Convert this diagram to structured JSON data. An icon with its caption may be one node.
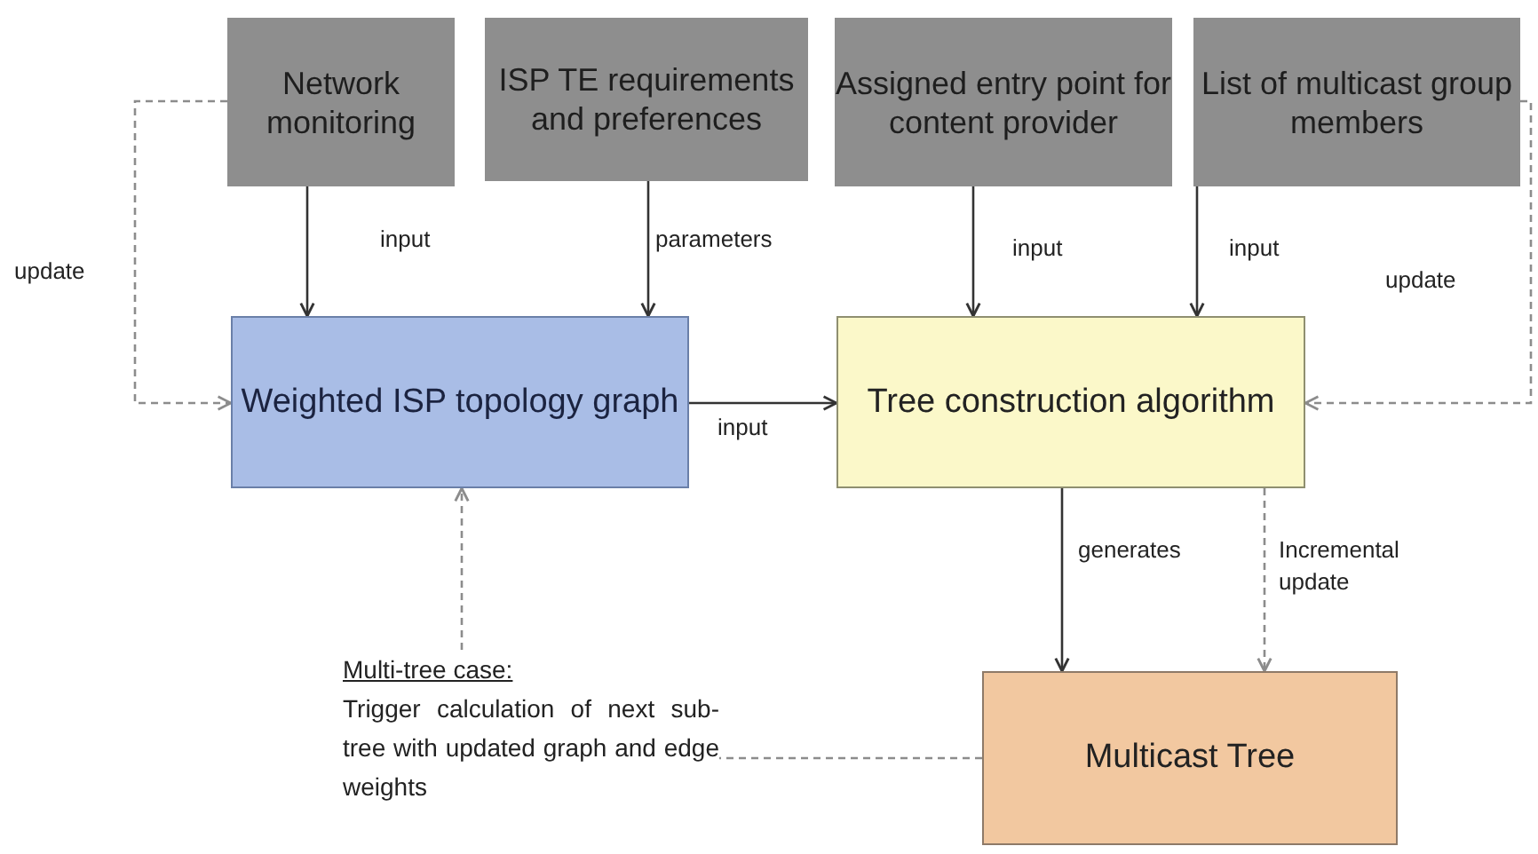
{
  "diagram": {
    "nodes": [
      {
        "text": [
          "Network monitoring"
        ]
      },
      {
        "text": [
          "ISP TE requirements and preferences"
        ]
      },
      {
        "text": [
          "Assigned entry point for content provider"
        ]
      },
      {
        "text": [
          "List of multicast group members"
        ]
      },
      {
        "text": [
          "Weighted ISP topology graph"
        ]
      },
      {
        "text": [
          "Tree construction algorithm"
        ]
      },
      {
        "text": [
          "Multicast Tree"
        ]
      },
      {
        "text": [
          "Multi-tree case:",
          "Trigger calculation of next sub-tree with updated graph and edge weights"
        ]
      }
    ],
    "edges": [
      {
        "from": 0,
        "to": 4,
        "arrow": "to",
        "label": "input"
      },
      {
        "from": 1,
        "to": 4,
        "arrow": "to",
        "label": "parameters"
      },
      {
        "from": 2,
        "to": 5,
        "arrow": "to",
        "label": "input"
      },
      {
        "from": 3,
        "to": 5,
        "arrow": "to",
        "label": "input"
      },
      {
        "from": 4,
        "to": 5,
        "arrow": "to",
        "label": "input"
      },
      {
        "from": 5,
        "to": 6,
        "arrow": "to",
        "label": "generates"
      },
      {
        "from": 5,
        "to": 6,
        "arrow": "to",
        "label": "Incremental update",
        "style": "dashed",
        "color": "#8c8c8c"
      },
      {
        "from": 0,
        "to": 4,
        "arrow": "to",
        "label": "update",
        "style": "dashed",
        "color": "#8c8c8c"
      },
      {
        "from": 3,
        "to": 5,
        "arrow": "to",
        "label": "update",
        "style": "dashed",
        "color": "#8c8c8c"
      },
      {
        "from": 6,
        "to": 7,
        "arrow": "none",
        "style": "dashed",
        "color": "#8c8c8c"
      },
      {
        "from": 7,
        "to": 4,
        "arrow": "to",
        "style": "dashed",
        "color": "#8c8c8c"
      }
    ]
  }
}
